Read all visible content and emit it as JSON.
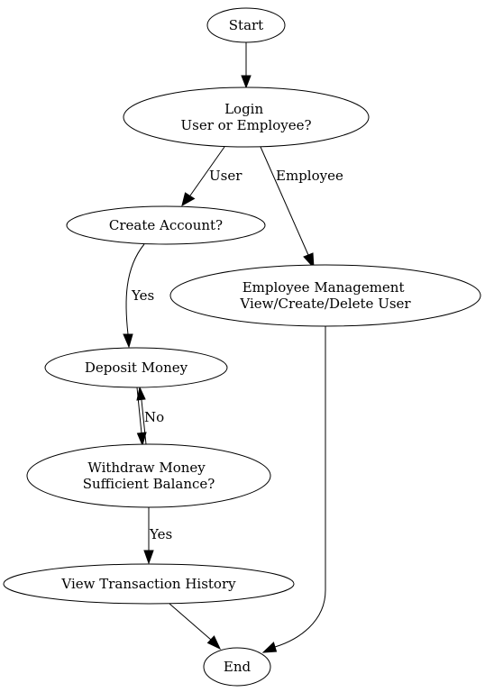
{
  "diagram": {
    "nodes": {
      "start": {
        "lines": [
          "Start"
        ]
      },
      "login": {
        "lines": [
          "Login",
          "User or Employee?"
        ]
      },
      "create_account": {
        "lines": [
          "Create Account?"
        ]
      },
      "employee_management": {
        "lines": [
          "Employee Management",
          "View/Create/Delete User"
        ]
      },
      "deposit": {
        "lines": [
          "Deposit Money"
        ]
      },
      "withdraw": {
        "lines": [
          "Withdraw Money",
          "Sufficient Balance?"
        ]
      },
      "history": {
        "lines": [
          "View Transaction History"
        ]
      },
      "end": {
        "lines": [
          "End"
        ]
      }
    },
    "edges": {
      "start_to_login": {
        "label": ""
      },
      "login_to_create_account": {
        "label": "User"
      },
      "login_to_employee_management": {
        "label": "Employee"
      },
      "create_account_to_deposit": {
        "label": "Yes"
      },
      "deposit_to_withdraw": {
        "label": ""
      },
      "withdraw_to_deposit": {
        "label": "No"
      },
      "withdraw_to_history": {
        "label": "Yes"
      },
      "history_to_end": {
        "label": ""
      },
      "employee_management_to_end": {
        "label": ""
      }
    }
  }
}
